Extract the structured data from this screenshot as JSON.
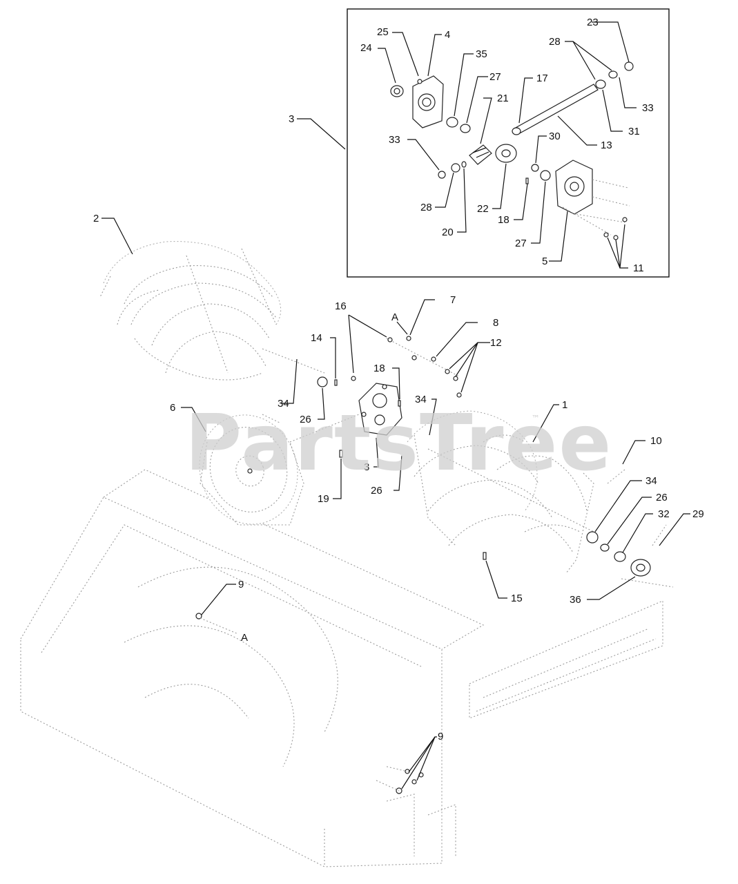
{
  "watermark": {
    "text": "PartsTree",
    "trademark": "™"
  },
  "inset_callouts": [
    {
      "id": "c-23",
      "label": "23"
    },
    {
      "id": "c-25",
      "label": "25"
    },
    {
      "id": "c-4",
      "label": "4"
    },
    {
      "id": "c-24",
      "label": "24"
    },
    {
      "id": "c-35",
      "label": "35"
    },
    {
      "id": "c-28a",
      "label": "28"
    },
    {
      "id": "c-27a",
      "label": "27"
    },
    {
      "id": "c-17",
      "label": "17"
    },
    {
      "id": "c-33a",
      "label": "33"
    },
    {
      "id": "c-21",
      "label": "21"
    },
    {
      "id": "c-31",
      "label": "31"
    },
    {
      "id": "c-13",
      "label": "13"
    },
    {
      "id": "c-30",
      "label": "30"
    },
    {
      "id": "c-33b",
      "label": "33"
    },
    {
      "id": "c-28b",
      "label": "28"
    },
    {
      "id": "c-22",
      "label": "22"
    },
    {
      "id": "c-18a",
      "label": "18"
    },
    {
      "id": "c-20",
      "label": "20"
    },
    {
      "id": "c-27b",
      "label": "27"
    },
    {
      "id": "c-5",
      "label": "5"
    },
    {
      "id": "c-11",
      "label": "11"
    },
    {
      "id": "c-3a",
      "label": "3"
    }
  ],
  "main_callouts": [
    {
      "id": "c-2",
      "label": "2"
    },
    {
      "id": "c-16",
      "label": "16"
    },
    {
      "id": "c-A1",
      "label": "A"
    },
    {
      "id": "c-7",
      "label": "7"
    },
    {
      "id": "c-8",
      "label": "8"
    },
    {
      "id": "c-12",
      "label": "12"
    },
    {
      "id": "c-14",
      "label": "14"
    },
    {
      "id": "c-18b",
      "label": "18"
    },
    {
      "id": "c-34a",
      "label": "34"
    },
    {
      "id": "c-34b",
      "label": "34"
    },
    {
      "id": "c-6",
      "label": "6"
    },
    {
      "id": "c-26a",
      "label": "26"
    },
    {
      "id": "c-1",
      "label": "1"
    },
    {
      "id": "c-10",
      "label": "10"
    },
    {
      "id": "c-3b",
      "label": "3"
    },
    {
      "id": "c-26b",
      "label": "26"
    },
    {
      "id": "c-19",
      "label": "19"
    },
    {
      "id": "c-34c",
      "label": "34"
    },
    {
      "id": "c-26c",
      "label": "26"
    },
    {
      "id": "c-32",
      "label": "32"
    },
    {
      "id": "c-29",
      "label": "29"
    },
    {
      "id": "c-15",
      "label": "15"
    },
    {
      "id": "c-36",
      "label": "36"
    },
    {
      "id": "c-9a",
      "label": "9"
    },
    {
      "id": "c-A2",
      "label": "A"
    },
    {
      "id": "c-9b",
      "label": "9"
    }
  ]
}
